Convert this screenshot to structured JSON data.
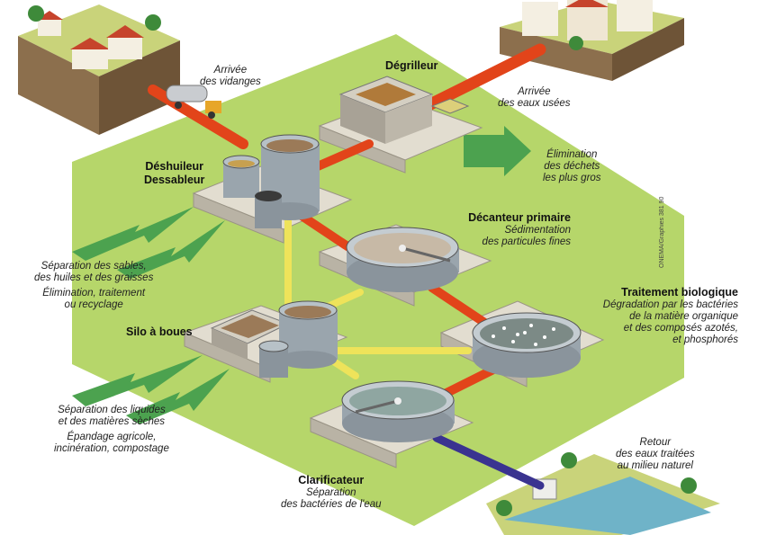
{
  "stages": {
    "degrilleur": {
      "title": "Dégrilleur"
    },
    "deshuileur": {
      "title1": "Déshuileur",
      "title2": "Dessableur"
    },
    "decanteur": {
      "title": "Décanteur primaire",
      "line1": "Sédimentation",
      "line2": "des particules fines"
    },
    "biologique": {
      "title": "Traitement biologique",
      "line1": "Dégradation par les bactéries",
      "line2": "de la matière organique",
      "line3": "et des composés azotés,",
      "line4": "et phosphorés"
    },
    "silo": {
      "title": "Silo à boues"
    },
    "clarificateur": {
      "title": "Clarificateur",
      "line1": "Séparation",
      "line2": "des bactéries de l'eau"
    }
  },
  "inputs": {
    "vidanges": {
      "line1": "Arrivée",
      "line2": "des vidanges"
    },
    "eaux_usees": {
      "line1": "Arrivée",
      "line2": "des eaux usées"
    }
  },
  "outputs": {
    "dechets": {
      "line1": "Élimination",
      "line2": "des déchets",
      "line3": "les plus gros"
    },
    "sables": {
      "line1": "Séparation des sables,",
      "line2": "des huiles et des graisses",
      "line3": "Élimination, traitement",
      "line4": "ou recyclage"
    },
    "liquides": {
      "line1": "Séparation des liquides",
      "line2": "et des matières sèches",
      "line3": "Épandage agricole,",
      "line4": "incinération, compostage"
    },
    "retour": {
      "line1": "Retour",
      "line2": "des eaux traitées",
      "line3": "au milieu naturel"
    }
  },
  "credit": "ONEMA/Graphies 381 90",
  "colors": {
    "ground": "#b6d66a",
    "water_pipe": "#e2441a",
    "sludge_pipe": "#eee35a",
    "clean_pipe": "#3a3390",
    "output_arrow": "#4ca24f",
    "platform": "#e2ddd0",
    "tank": "#9aa5ad"
  }
}
